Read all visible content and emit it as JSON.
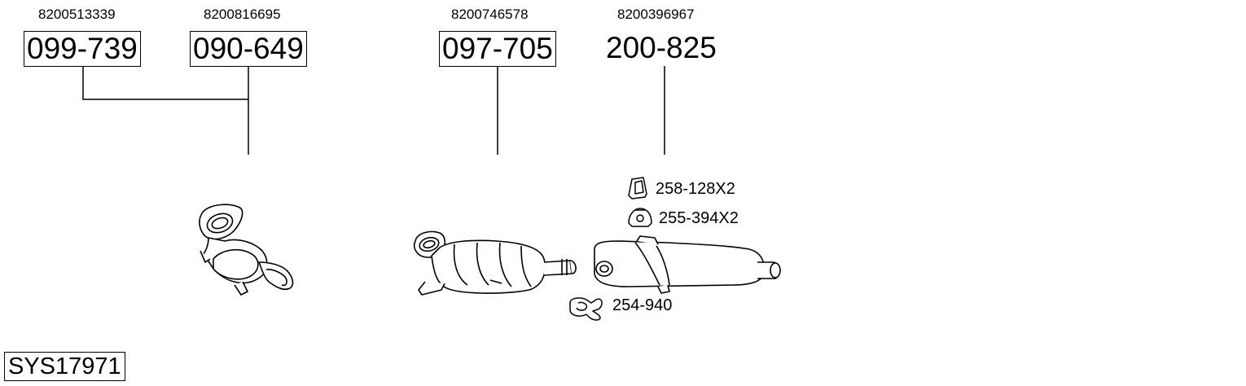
{
  "diagram": {
    "columns": [
      {
        "oem": "8200513339",
        "part": "099-739"
      },
      {
        "oem": "8200816695",
        "part": "090-649"
      },
      {
        "oem": "8200746578",
        "part": "097-705"
      },
      {
        "oem": "8200396967",
        "part": "200-825"
      }
    ],
    "accessories": [
      {
        "label": "258-128X2"
      },
      {
        "label": "255-394X2"
      },
      {
        "label": "254-940"
      }
    ],
    "system_code": "SYS17971"
  }
}
